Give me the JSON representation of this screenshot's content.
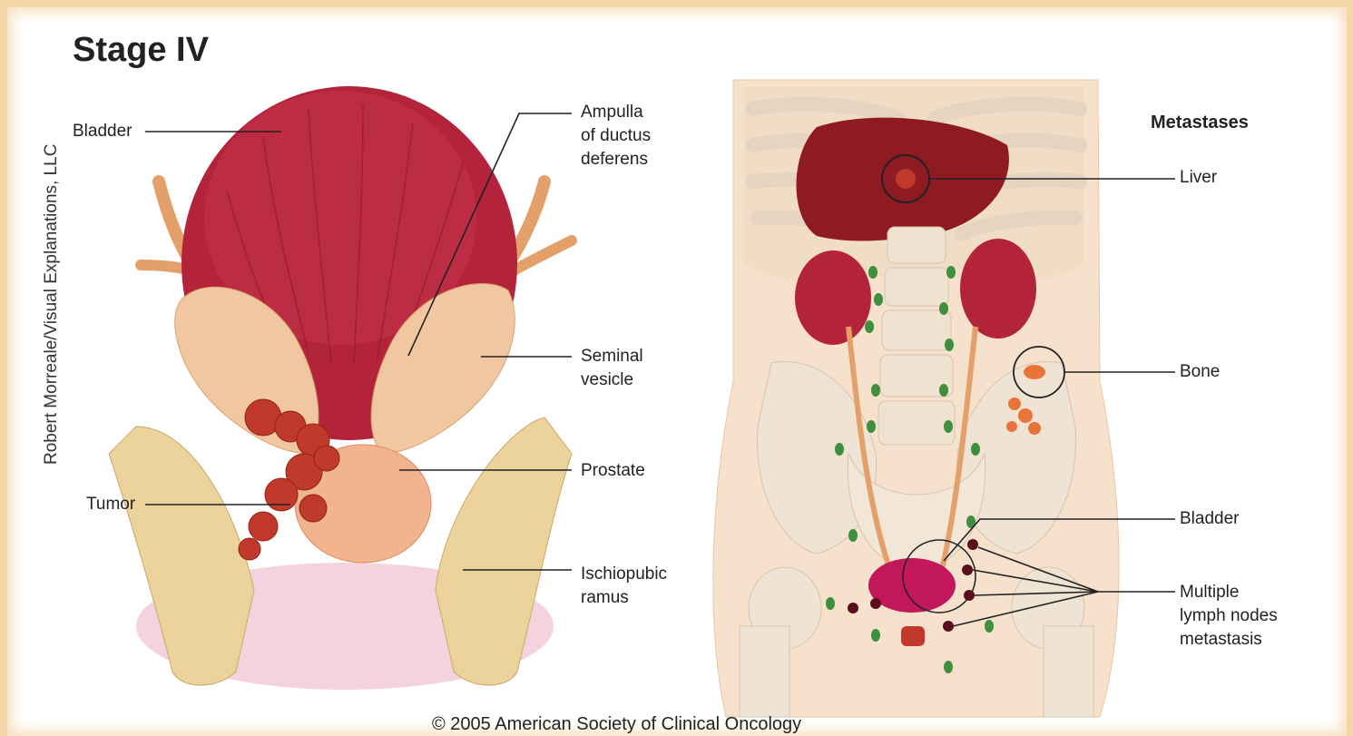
{
  "title": "Stage IV",
  "credit": "Robert Morreale/Visual Explanations, LLC",
  "copyright": "© 2005 American Society of Clinical Oncology",
  "left_panel": {
    "labels": {
      "bladder": "Bladder",
      "ampulla": [
        "Ampulla",
        "of ductus",
        "deferens"
      ],
      "seminal": [
        "Seminal",
        "vesicle"
      ],
      "prostate": "Prostate",
      "tumor": "Tumor",
      "ischiopubic": [
        "Ischiopubic",
        "ramus"
      ]
    }
  },
  "right_panel": {
    "heading": "Metastases",
    "labels": {
      "liver": "Liver",
      "bone": "Bone",
      "bladder": "Bladder",
      "lymph": [
        "Multiple",
        "lymph nodes",
        "metastasis"
      ]
    }
  },
  "colors": {
    "bladder": "#b3243b",
    "tumor": "#c0392b",
    "bone": "#f2d9a4",
    "lymph_node": "#3f8f3f",
    "border": "#f5d6a8"
  }
}
